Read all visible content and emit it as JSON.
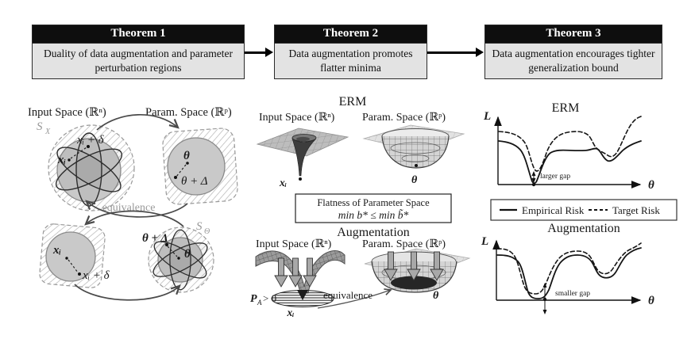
{
  "theorems": [
    {
      "title": "Theorem 1",
      "description": "Duality of data augmentation and parameter perturbation regions"
    },
    {
      "title": "Theorem 2",
      "description": "Data augmentation promotes flatter minima"
    },
    {
      "title": "Theorem 3",
      "description": "Data augmentation encourages tighter generalization bound"
    }
  ],
  "left_panel": {
    "input_space_label": "Input Space (ℝⁿ)",
    "param_space_label": "Param. Space (ℝᵖ)",
    "equivalence_label": "equivalence",
    "set_x": {
      "main": "S",
      "sub": "X"
    },
    "set_theta": {
      "main": "S",
      "sub": "Θ"
    },
    "top_row": {
      "xi": "xᵢ",
      "xi_delta": "xᵢ + δ",
      "theta": "θ",
      "theta_delta": "θ + Δ"
    },
    "bottom_row": {
      "xi": "xᵢ",
      "xi_delta": "xᵢ + δ",
      "theta": "θ",
      "theta_delta": "θ + Δ"
    }
  },
  "middle_panel": {
    "erm_title": "ERM",
    "augmentation_title": "Augmentation",
    "input_space_label": "Input Space (ℝⁿ)",
    "param_space_label": "Param. Space (ℝᵖ)",
    "flatness_line1": "Flatness of Parameter Space",
    "flatness_line2": "min b* ≤ min b̃*",
    "erm_xi": "xᵢ",
    "erm_theta": "θ",
    "aug_xi": "xᵢ",
    "aug_theta": "θ",
    "pa": {
      "main": "P",
      "sub": "A",
      "rest": "> 0"
    },
    "equivalence_label": "equivalence"
  },
  "right_panel": {
    "erm_title": "ERM",
    "augmentation_title": "Augmentation",
    "y_axis": "L",
    "x_axis": "θ",
    "larger_gap": "larger gap",
    "smaller_gap": "smaller gap",
    "legend": {
      "empirical": "Empirical Risk",
      "target": "Target Risk"
    }
  },
  "colors": {
    "header_bg": "#0e0e0e",
    "header_text": "#ffffff",
    "box_bg": "#e3e3e3",
    "muted_gray": "#999999",
    "ink": "#1a1a1a"
  }
}
